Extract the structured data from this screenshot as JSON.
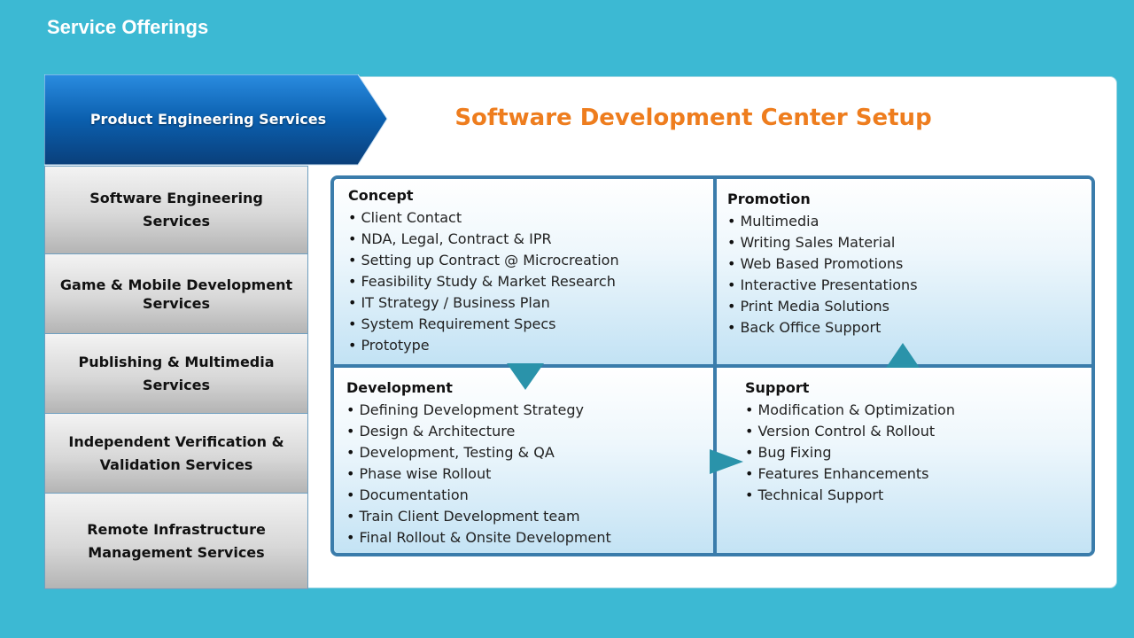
{
  "header": {
    "title": "Service Offerings"
  },
  "sidebar": {
    "active": "Product Engineering Services",
    "items": [
      {
        "label": "Software Engineering Services"
      },
      {
        "label": "Game  & Mobile Development Services"
      },
      {
        "label": "Publishing & Multimedia Services"
      },
      {
        "label": "Independent Verification & Validation Services"
      },
      {
        "label": "Remote Infrastructure Management Services"
      }
    ]
  },
  "main": {
    "title": "Software Development Center Setup",
    "quadrants": {
      "concept": {
        "title": "Concept",
        "items": [
          "Client Contact",
          "NDA, Legal, Contract & IPR",
          "Setting up Contract @ Microcreation",
          "Feasibility Study & Market  Research",
          "IT Strategy / Business Plan",
          "System Requirement Specs",
          "Prototype"
        ]
      },
      "promotion": {
        "title": "Promotion",
        "items": [
          "Multimedia",
          "Writing Sales Material",
          "Web Based Promotions",
          "Interactive Presentations",
          "Print Media Solutions",
          "Back Office Support"
        ]
      },
      "development": {
        "title": "Development",
        "items": [
          "Defining Development Strategy",
          "Design & Architecture",
          "Development, Testing & QA",
          "Phase wise Rollout",
          "Documentation",
          "Train Client Development team",
          "Final Rollout & Onsite Development"
        ]
      },
      "support": {
        "title": "Support",
        "items": [
          "Modification & Optimization",
          "Version Control & Rollout",
          "Bug Fixing",
          "Features Enhancements",
          "Technical Support"
        ]
      }
    }
  },
  "colors": {
    "background": "#3cb9d3",
    "active_tab": "#0b5fae",
    "title_orange": "#ee7d1e",
    "grid_border": "#3a7cab",
    "arrow": "#2a93aa"
  }
}
